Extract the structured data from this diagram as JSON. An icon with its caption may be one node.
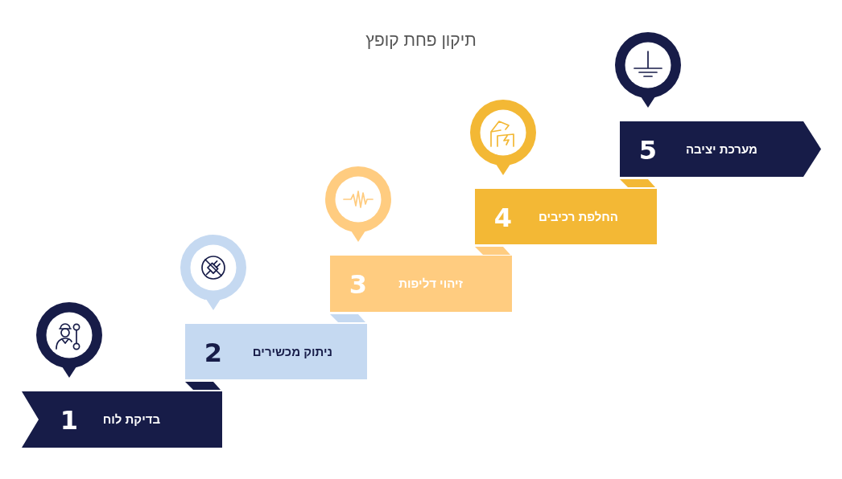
{
  "diagram": {
    "title": "תיקון פחת קופץ",
    "nodes": [
      {
        "text": [
          "בדיקת לוח",
          "1"
        ]
      },
      {
        "text": [
          "ניתוק מכשירים",
          "2"
        ]
      },
      {
        "text": [
          "זיהוי דליפות",
          "3"
        ]
      },
      {
        "text": [
          "החלפת רכיבים",
          "4"
        ]
      },
      {
        "text": [
          "מערכת יציבה",
          "5"
        ]
      }
    ]
  }
}
